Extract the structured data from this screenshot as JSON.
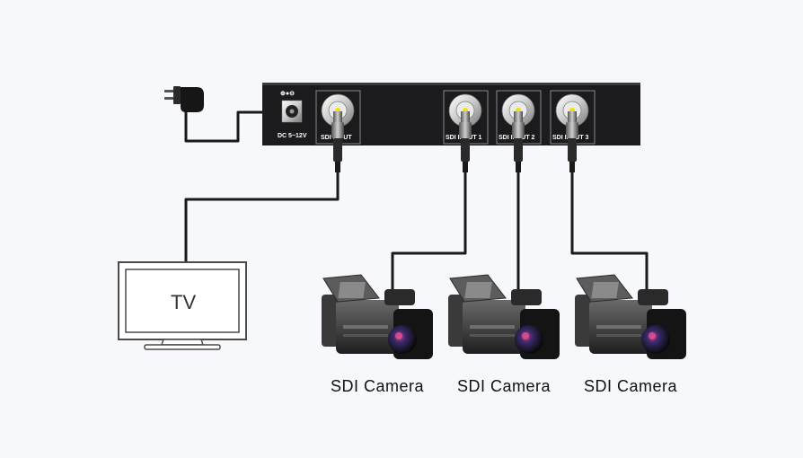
{
  "device": {
    "power_label": "DC 5~12V",
    "polarity_symbols": "⊕●⊖",
    "ports": [
      {
        "label": "SDI INPUT",
        "role": "input"
      },
      {
        "label": "SDI INPUT 1",
        "role": "input"
      },
      {
        "label": "SDI INPUT 2",
        "role": "input"
      },
      {
        "label": "SDI INPUT 3",
        "role": "input"
      }
    ]
  },
  "display": {
    "label": "TV"
  },
  "cameras": [
    {
      "caption": "SDI Camera"
    },
    {
      "caption": "SDI Camera"
    },
    {
      "caption": "SDI Camera"
    }
  ],
  "colors": {
    "device_body": "#1b1b1d",
    "cable": "#1a1a1a",
    "bnc_center": "#f0e400"
  }
}
